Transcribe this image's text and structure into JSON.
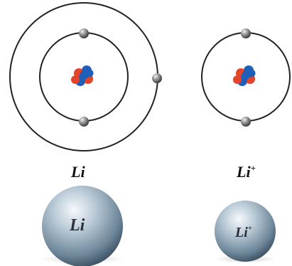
{
  "atoms": [
    {
      "symbol": "Li",
      "charge": "",
      "shells": 2,
      "electrons_per_shell": [
        2,
        1
      ]
    },
    {
      "symbol": "Li",
      "charge": "+",
      "shells": 1,
      "electrons_per_shell": [
        2
      ]
    }
  ],
  "spheres": [
    {
      "symbol": "Li",
      "charge": ""
    },
    {
      "symbol": "Li",
      "charge": "+"
    }
  ],
  "colors": {
    "orbit": "#222222",
    "electron": "#8a8a8a",
    "proton": "#e2452b",
    "neutron": "#1f5fb8",
    "sphere_light": "#f4f8fb",
    "sphere_dark": "#3f5566"
  }
}
